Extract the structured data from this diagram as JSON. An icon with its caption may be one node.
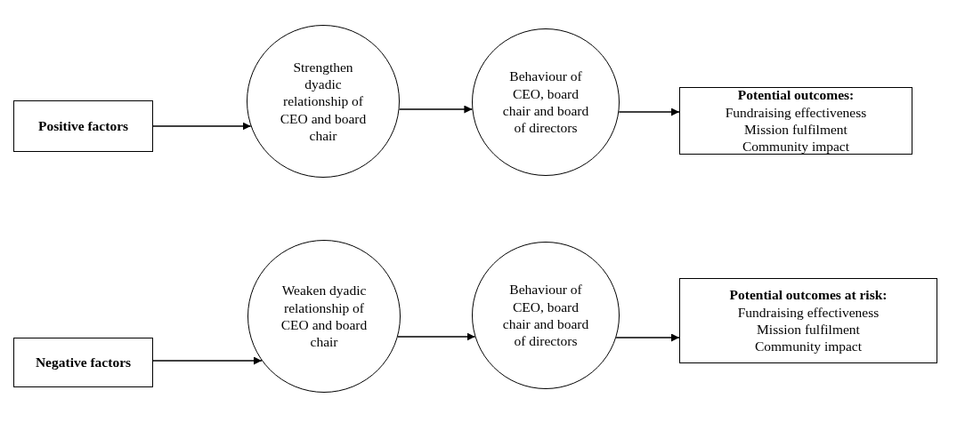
{
  "diagram": {
    "nodes": [
      {
        "text": [
          "Positive factors"
        ]
      },
      {
        "text": [
          "Strengthen dyadic relationship of CEO and board chair"
        ]
      },
      {
        "text": [
          "Behaviour of CEO, board chair and board of directors"
        ]
      },
      {
        "text": [
          "Potential outcomes:",
          "Fundraising effectiveness",
          "Mission fulfilment",
          "Community impact"
        ]
      },
      {
        "text": [
          "Negative factors"
        ]
      },
      {
        "text": [
          "Weaken dyadic relationship of CEO and board chair"
        ]
      },
      {
        "text": [
          "Behaviour of CEO, board chair and board of directors"
        ]
      },
      {
        "text": [
          "Potential outcomes at risk:",
          "Fundraising effectiveness",
          "Mission fulfilment",
          "Community impact"
        ]
      }
    ],
    "edges": [
      {
        "from": 0,
        "to": 1,
        "arrow": "to"
      },
      {
        "from": 1,
        "to": 2,
        "arrow": "to"
      },
      {
        "from": 2,
        "to": 3,
        "arrow": "to"
      },
      {
        "from": 4,
        "to": 5,
        "arrow": "to"
      },
      {
        "from": 5,
        "to": 6,
        "arrow": "to"
      },
      {
        "from": 6,
        "to": 7,
        "arrow": "to"
      }
    ]
  }
}
